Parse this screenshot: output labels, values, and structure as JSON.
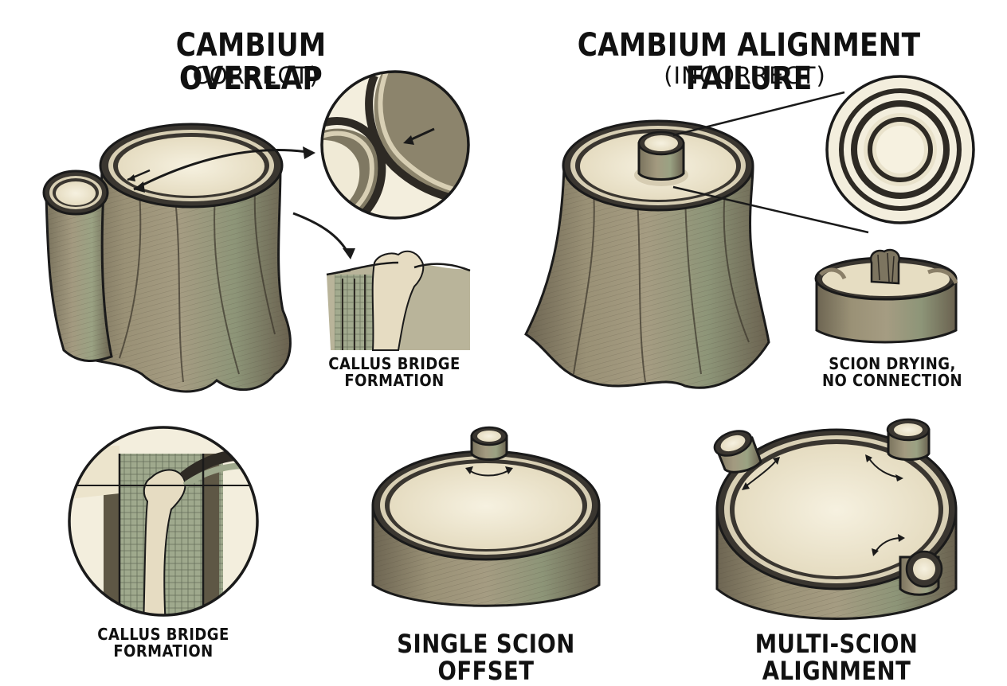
{
  "left_panel": {
    "title": "CAMBIUM OVERLAP",
    "subtitle": "(CORRECT)",
    "callout_label_line1": "CALLUS BRIDGE",
    "callout_label_line2": "FORMATION",
    "closeup_label_line1": "CALLUS BRIDGE",
    "closeup_label_line2": "FORMATION"
  },
  "right_panel": {
    "title": "CAMBIUM ALIGNMENT FAILURE",
    "subtitle": "(INCORRECT)",
    "callout_label_line1": "SCION DRYING,",
    "callout_label_line2": "NO CONNECTION"
  },
  "bottom_panels": {
    "single_caption": "SINGLE SCION OFFSET",
    "multi_caption": "MULTI-SCION ALIGNMENT"
  },
  "colors": {
    "ink": "#1a1a1a",
    "bark": "#8a7f68",
    "bark_dark": "#5f5646",
    "bark_green": "#8f9a78",
    "wood": "#ece4cc",
    "wood_light": "#f4efdc",
    "cambium": "#3a3630",
    "callus": "#e6dcc2"
  }
}
